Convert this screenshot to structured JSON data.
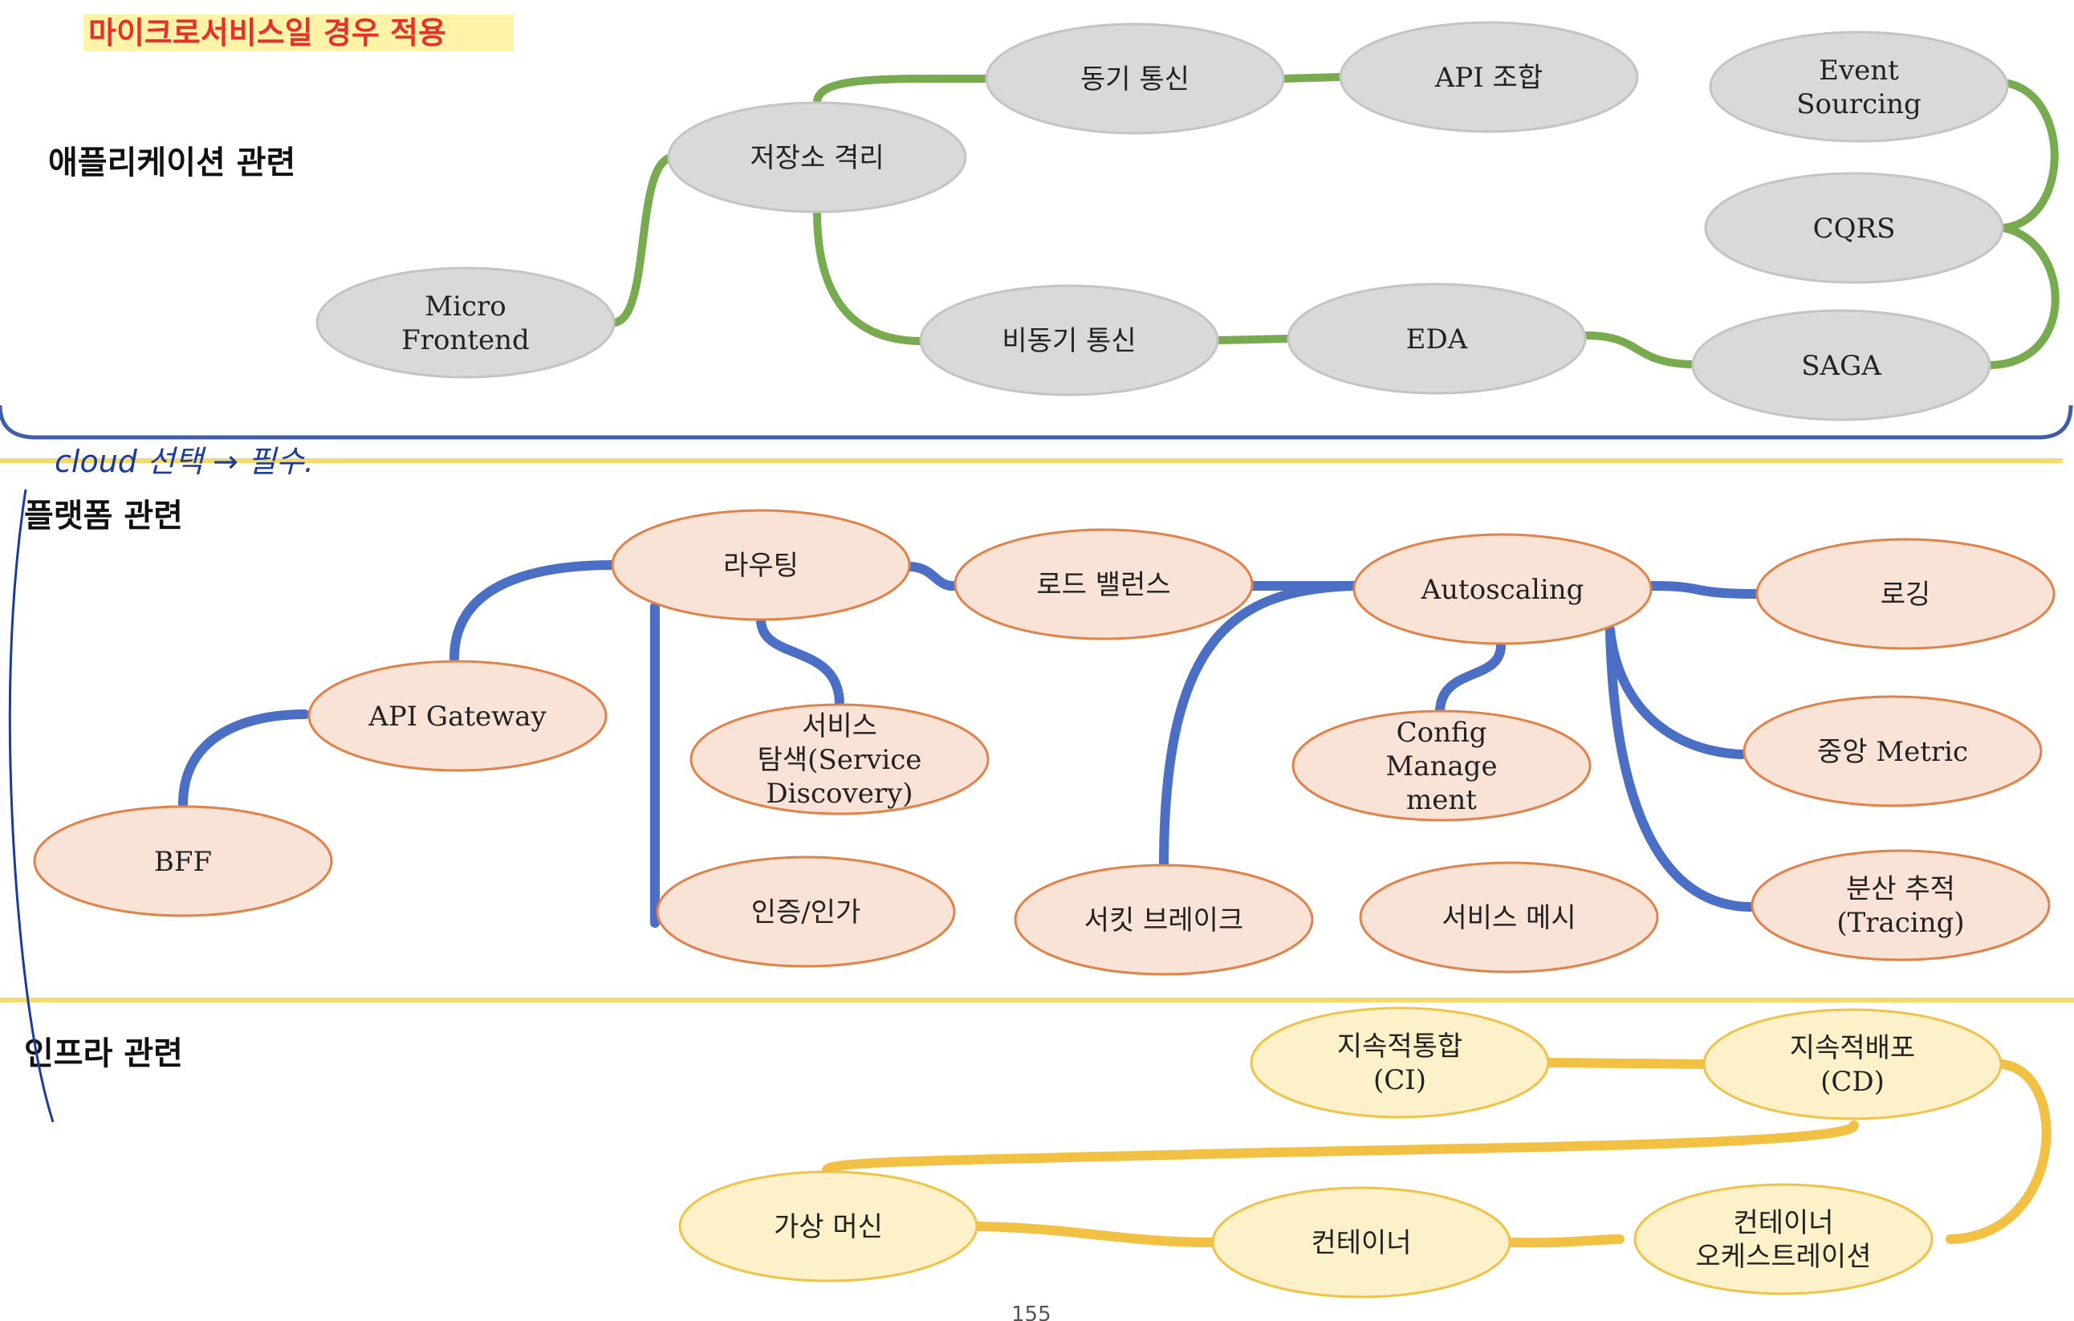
{
  "banner": "마이크로서비스일 경우 적용",
  "handnote": "cloud 선택 → 필수.",
  "page_number": "155",
  "sections": {
    "app": "애플리케이션 관련",
    "platform": "플랫폼 관련",
    "infra": "인프라 관련"
  },
  "colors": {
    "app_edge": "#78aa4f",
    "platform_edge": "#4a6fc4",
    "infra_edge": "#f2c043",
    "app_node_fill": "#d9d9d9",
    "platform_node_fill": "#f9e3d6",
    "platform_node_stroke": "#e0824a",
    "infra_node_fill": "#fdf1c9",
    "infra_node_stroke": "#efc34a",
    "banner_highlight": "#fff3a8",
    "frame_stroke": "#3f5ea8",
    "divider": "#f5d96b"
  },
  "nodes": {
    "micro_frontend": [
      "Micro",
      "Frontend"
    ],
    "storage_isolation": [
      "저장소 격리"
    ],
    "sync_comm": [
      "동기 통신"
    ],
    "api_composition": [
      "API 조합"
    ],
    "async_comm": [
      "비동기 통신"
    ],
    "eda": [
      "EDA"
    ],
    "event_sourcing": [
      "Event",
      "Sourcing"
    ],
    "cqrs": [
      "CQRS"
    ],
    "saga": [
      "SAGA"
    ],
    "bff": [
      "BFF"
    ],
    "api_gateway": [
      "API Gateway"
    ],
    "routing": [
      "라우팅"
    ],
    "service_discovery": [
      "서비스",
      "탐색(Service",
      "Discovery)"
    ],
    "auth": [
      "인증/인가"
    ],
    "load_balancing": [
      "로드 밸런스"
    ],
    "circuit_breaker": [
      "서킷 브레이크"
    ],
    "autoscaling": [
      "Autoscaling"
    ],
    "config_management": [
      "Config",
      "Manage",
      "ment"
    ],
    "service_mesh": [
      "서비스 메시"
    ],
    "logging": [
      "로깅"
    ],
    "central_metric": [
      "중앙 Metric"
    ],
    "distributed_tracing": [
      "분산 추적",
      "(Tracing)"
    ],
    "ci": [
      "지속적통합",
      "(CI)"
    ],
    "cd": [
      "지속적배포",
      "(CD)"
    ],
    "virtual_machine": [
      "가상 머신"
    ],
    "container": [
      "컨테이너"
    ],
    "orchestration": [
      "컨테이너",
      "오케스트레이션"
    ]
  }
}
